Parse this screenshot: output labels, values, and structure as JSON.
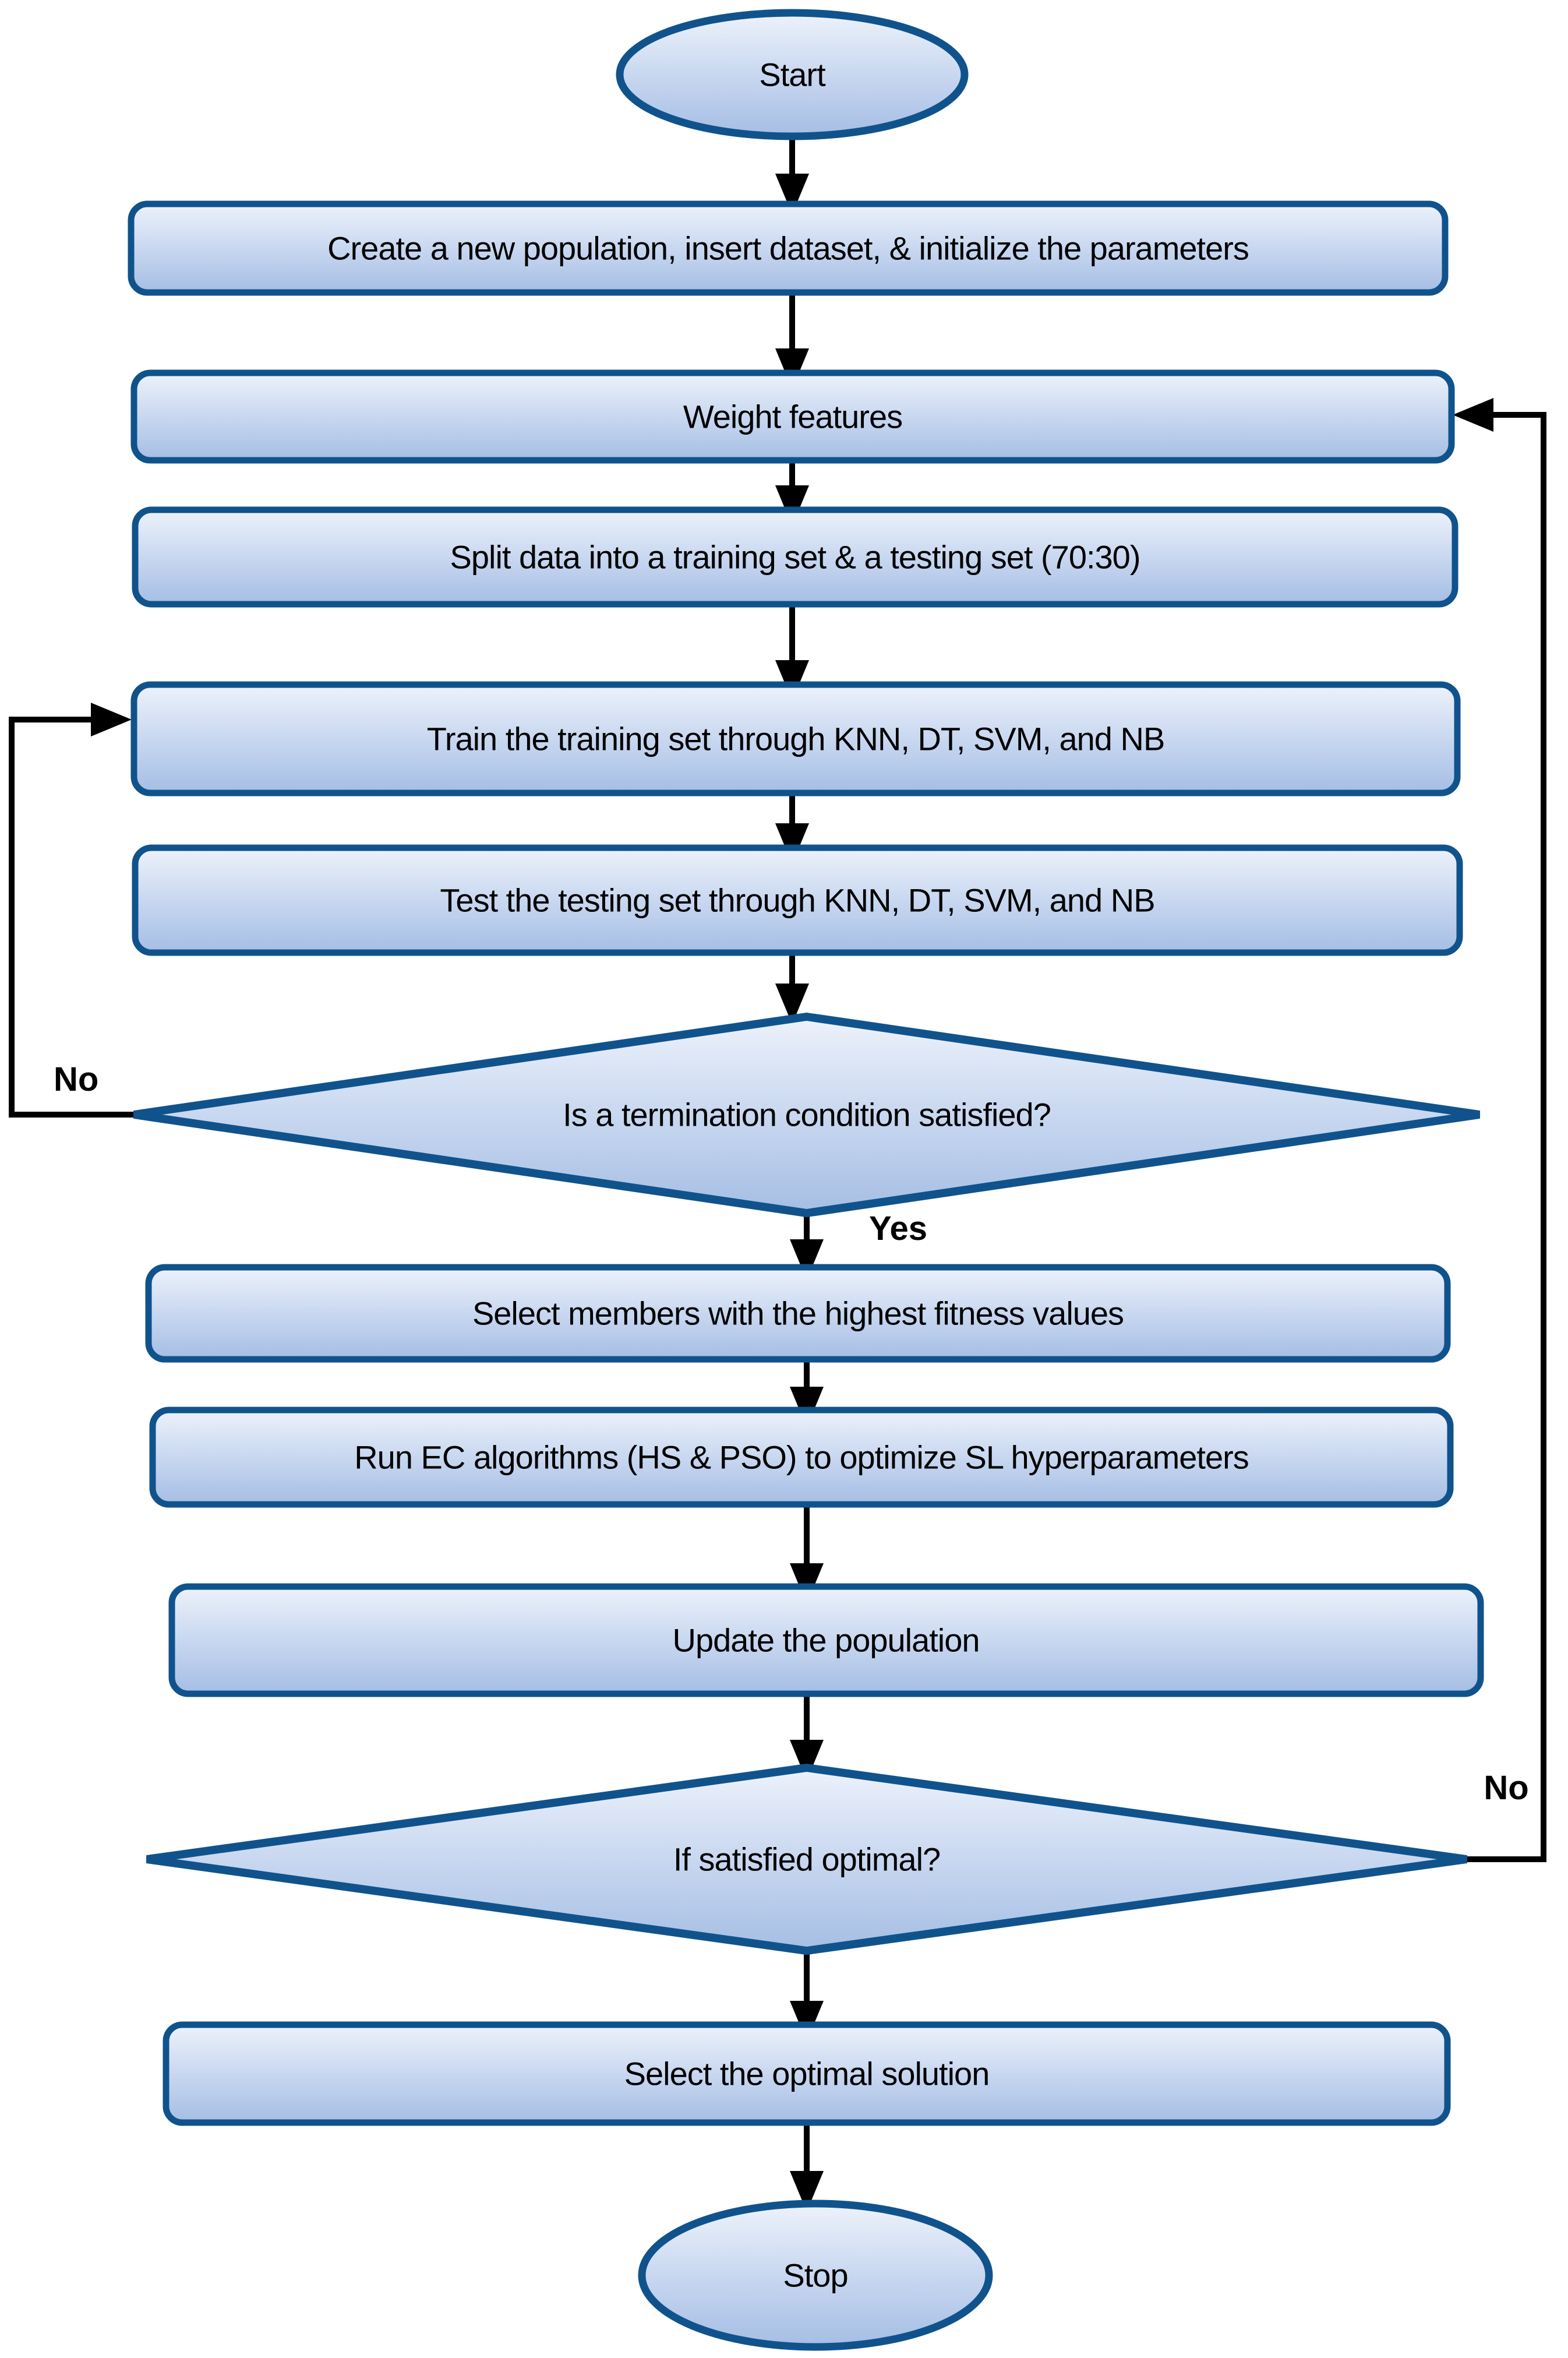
{
  "diagram": {
    "kind": "flowchart",
    "nodes": {
      "start": "Start",
      "create_population": "Create a new population, insert dataset, & initialize the parameters",
      "weight_features": "Weight features",
      "split_data": "Split data into a training set & a testing set (70:30)",
      "train": "Train the training set through KNN, DT, SVM, and NB",
      "test": "Test the testing set through KNN, DT, SVM, and NB",
      "termination_check": "Is a termination condition satisfied?",
      "select_members": "Select members with the highest fitness values",
      "run_ec": "Run EC algorithms (HS & PSO) to optimize SL hyperparameters",
      "update_population": "Update the population",
      "optimal_check": "If satisfied optimal?",
      "select_optimal": "Select the optimal solution",
      "stop": "Stop"
    },
    "edge_labels": {
      "yes": "Yes",
      "no_termination": "No",
      "no_optimal": "No"
    }
  },
  "colors": {
    "shape_border": "#10538c",
    "shape_fill_top": "#edf2fb",
    "shape_fill_mid": "#c5d5ef",
    "shape_fill_bottom": "#a5bee4",
    "connector": "#000000",
    "text": "#000000"
  }
}
